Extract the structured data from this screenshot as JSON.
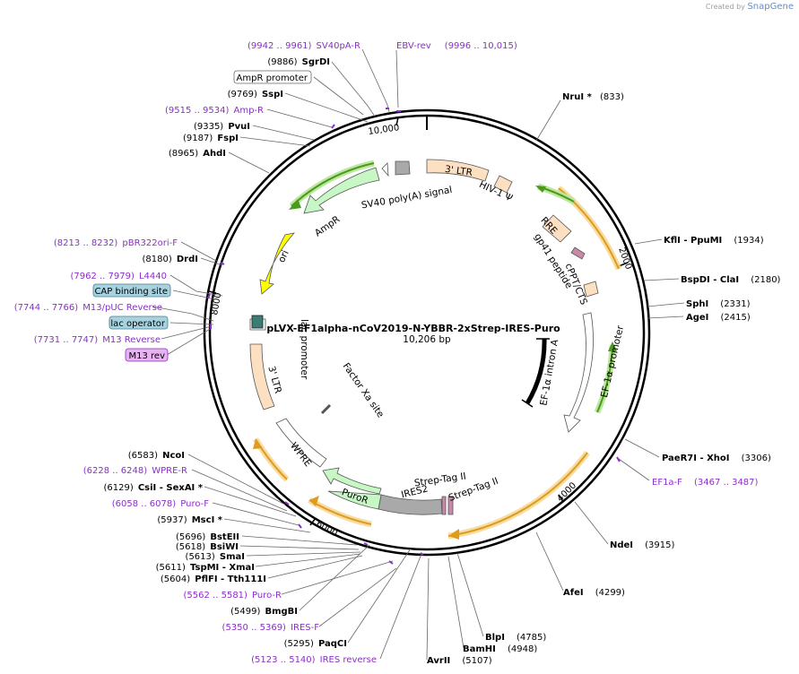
{
  "watermark": {
    "prefix": "Created by",
    "brand": "SnapGene"
  },
  "plasmid": {
    "name": "pLVX-EF1alpha-nCoV2019-N-YBBR-2xStrep-IRES-Puro",
    "length": "10,206 bp"
  },
  "ticks": [
    "2000",
    "4000",
    "6000",
    "8000",
    "10,000"
  ],
  "features": [
    {
      "label": "3' LTR",
      "color": "#fde0c2"
    },
    {
      "label": "HIV-1 Ψ",
      "color": "#fde0c2"
    },
    {
      "label": "RRE",
      "color": "#fde0c2"
    },
    {
      "label": "gp41 peptide",
      "color": "#c88aa8"
    },
    {
      "label": "cPPT/CTS",
      "color": "#fde0c2"
    },
    {
      "label": "EF-1α promoter",
      "color": "#ffffff"
    },
    {
      "label": "EF-1α intron A",
      "color": "#000000"
    },
    {
      "label": "Strep-Tag II",
      "color": "#c88aa8"
    },
    {
      "label": "Strep-Tag II",
      "color": "#c88aa8"
    },
    {
      "label": "IRES2",
      "color": "#a9a9a9"
    },
    {
      "label": "PuroR",
      "color": "#c7f7c5"
    },
    {
      "label": "WPRE",
      "color": "#ffffff"
    },
    {
      "label": "Factor Xa site",
      "color": "#555555"
    },
    {
      "label": "3' LTR",
      "color": "#fde0c2"
    },
    {
      "label": "lac promoter",
      "color": "#ffffff"
    },
    {
      "label": "ori",
      "color": "#ffff00"
    },
    {
      "label": "AmpR",
      "color": "#c7f7c5"
    },
    {
      "label": "SV40 poly(A) signal",
      "color": "#a9a9a9"
    }
  ],
  "labels": {
    "left": [
      {
        "pre": "(9942 .. 9961)",
        "name": "SV40pA-R",
        "type": "primer"
      },
      {
        "pre": "(9886)",
        "name": "SgrDI",
        "type": "enzyme"
      },
      {
        "name": "AmpR promoter",
        "type": "box"
      },
      {
        "pre": "(9769)",
        "name": "SspI",
        "type": "enzyme"
      },
      {
        "pre": "(9515 .. 9534)",
        "name": "Amp-R",
        "type": "primer"
      },
      {
        "pre": "(9335)",
        "name": "PvuI",
        "type": "enzyme"
      },
      {
        "pre": "(9187)",
        "name": "FspI",
        "type": "enzyme"
      },
      {
        "pre": "(8965)",
        "name": "AhdI",
        "type": "enzyme"
      },
      {
        "pre": "(8213 .. 8232)",
        "name": "pBR322ori-F",
        "type": "primer"
      },
      {
        "pre": "(8180)",
        "name": "DrdI",
        "type": "enzyme"
      },
      {
        "pre": "(7962 .. 7979)",
        "name": "L4440",
        "type": "primer"
      },
      {
        "name": "CAP binding site",
        "type": "box-blue"
      },
      {
        "pre": "(7744 .. 7766)",
        "name": "M13/pUC Reverse",
        "type": "primer"
      },
      {
        "name": "lac operator",
        "type": "box-blue"
      },
      {
        "pre": "(7731 .. 7747)",
        "name": "M13 Reverse",
        "type": "primer"
      },
      {
        "name": "M13 rev",
        "type": "box-purple"
      },
      {
        "pre": "(6583)",
        "name": "NcoI",
        "type": "enzyme"
      },
      {
        "pre": "(6228 .. 6248)",
        "name": "WPRE-R",
        "type": "primer"
      },
      {
        "pre": "(6129)",
        "name": "CsiI  - SexAI *",
        "type": "enzyme"
      },
      {
        "pre": "(6058 .. 6078)",
        "name": "Puro-F",
        "type": "primer"
      },
      {
        "pre": "(5937)",
        "name": "MscI *",
        "type": "enzyme"
      },
      {
        "pre": "(5696)",
        "name": "BstEII",
        "type": "enzyme"
      },
      {
        "pre": "(5618)",
        "name": "BsiWI",
        "type": "enzyme"
      },
      {
        "pre": "(5613)",
        "name": "SmaI",
        "type": "enzyme"
      },
      {
        "pre": "(5611)",
        "name": "TspMI  - XmaI",
        "type": "enzyme"
      },
      {
        "pre": "(5604)",
        "name": "PflFI  - Tth111I",
        "type": "enzyme"
      },
      {
        "pre": "(5562 .. 5581)",
        "name": "Puro-R",
        "type": "primer"
      },
      {
        "pre": "(5499)",
        "name": "BmgBI",
        "type": "enzyme"
      },
      {
        "pre": "(5350 .. 5369)",
        "name": "IRES-F",
        "type": "primer"
      },
      {
        "pre": "(5295)",
        "name": "PaqCI",
        "type": "enzyme"
      },
      {
        "pre": "(5123 .. 5140)",
        "name": "IRES reverse",
        "type": "primer"
      }
    ],
    "right": [
      {
        "name": "EBV-rev",
        "post": "(9996 .. 10,015)",
        "type": "primer"
      },
      {
        "name": "NruI *",
        "post": "(833)",
        "type": "enzyme"
      },
      {
        "name": "KflI  - PpuMI",
        "post": "(1934)",
        "type": "enzyme"
      },
      {
        "name": "BspDI  - ClaI",
        "post": "(2180)",
        "type": "enzyme"
      },
      {
        "name": "SphI",
        "post": "(2331)",
        "type": "enzyme"
      },
      {
        "name": "AgeI",
        "post": "(2415)",
        "type": "enzyme"
      },
      {
        "name": "PaeR7I  - XhoI",
        "post": "(3306)",
        "type": "enzyme"
      },
      {
        "name": "EF1a-F",
        "post": "(3467 .. 3487)",
        "type": "primer"
      },
      {
        "name": "NdeI",
        "post": "(3915)",
        "type": "enzyme"
      },
      {
        "name": "AfeI",
        "post": "(4299)",
        "type": "enzyme"
      },
      {
        "name": "BlpI",
        "post": "(4785)",
        "type": "enzyme"
      },
      {
        "name": "BamHI",
        "post": "(4948)",
        "type": "enzyme"
      },
      {
        "name": "AvrII",
        "post": "(5107)",
        "type": "enzyme"
      }
    ]
  }
}
